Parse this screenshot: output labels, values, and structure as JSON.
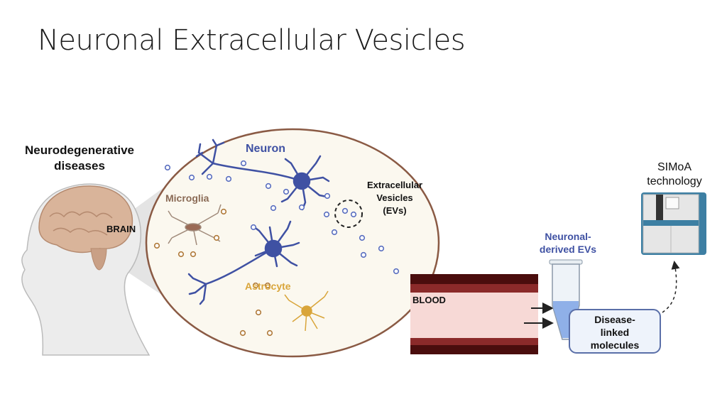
{
  "slide": {
    "title": "Neuronal Extracellular Vesicles"
  },
  "diagram": {
    "heading": [
      "Neurodegenerative",
      "diseases"
    ],
    "brain_label": "BRAIN",
    "neuron_label": "Neuron",
    "microglia_label": "Microglia",
    "astrocyte_label": "Astrocyte",
    "ev_label": [
      "Extracellular",
      "Vesicles",
      "(EVs)"
    ],
    "blood_label": "BLOOD",
    "neuronal_evs_label": [
      "Neuronal-",
      "derived EVs"
    ],
    "disease_box_label": [
      "Disease-",
      "linked",
      "molecules"
    ],
    "simoa_label": [
      "SIMoA",
      "technology"
    ],
    "colors": {
      "neuron": "#3f51a3",
      "microglia": "#8a6a55",
      "astrocyte": "#d9a53a",
      "blood_dark": "#4a0d0d",
      "blood_mid": "#8b2a2a",
      "blood_plasma": "#f7d9d6",
      "circle_border": "#8a5a44",
      "circle_fill": "#fbf8ef",
      "machine_blue": "#3d7fa3"
    }
  }
}
